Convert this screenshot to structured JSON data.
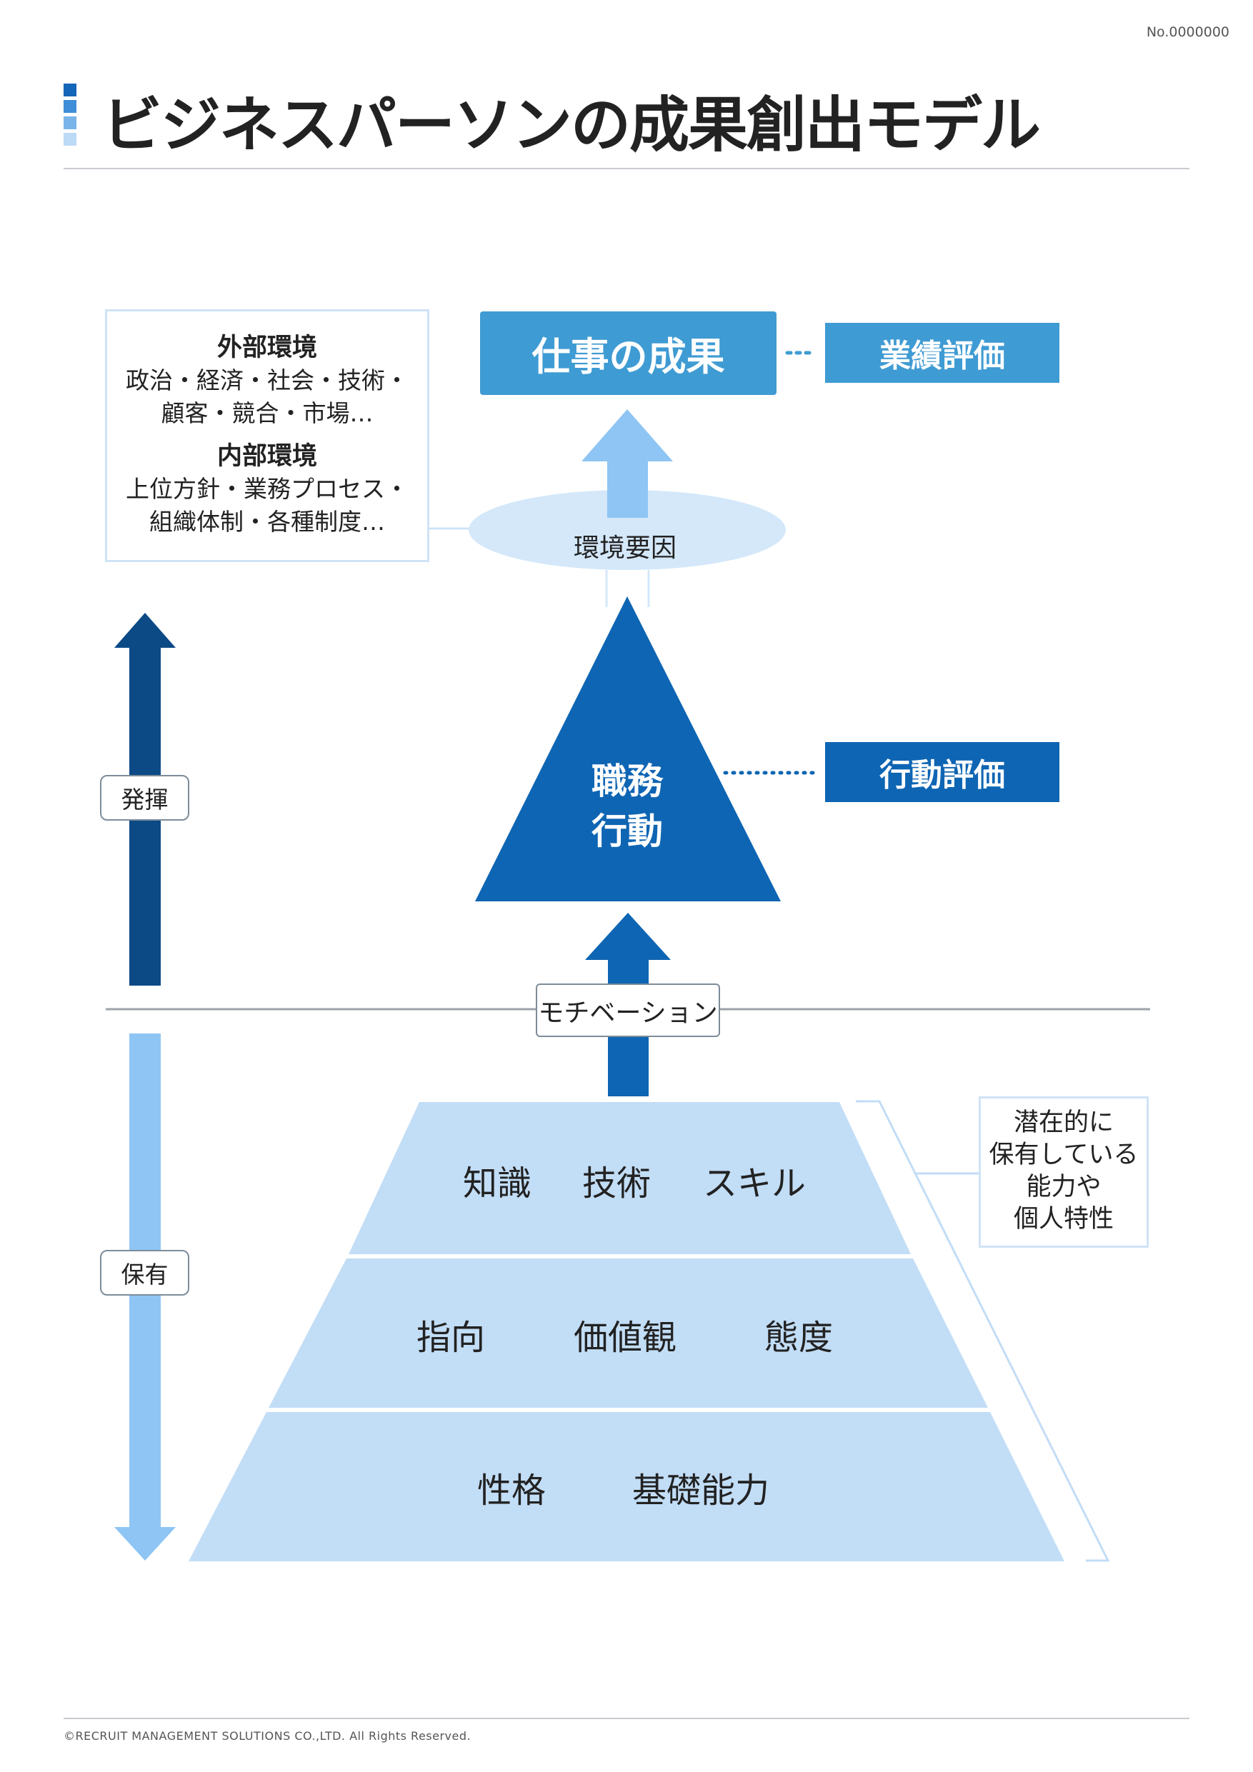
{
  "doc_number": "No.0000000",
  "title": "ビジネスパーソンの成果創出モデル",
  "title_mark_colors": [
    "#1466b8",
    "#3e8ed8",
    "#78b4ea",
    "#bcdaf5"
  ],
  "colors": {
    "result_box": "#3f9bd3",
    "eval_box": "#3f9bd3",
    "action_eval_box": "#0e65b3",
    "triangle": "#0e65b3",
    "dark_arrow": "#0c4a86",
    "light_arrow": "#8ec5f4",
    "pyramid": "#c2ddf6",
    "ellipse": "#d4e8fa"
  },
  "environment": {
    "external_heading": "外部環境",
    "external_line1": "政治・経済・社会・技術・",
    "external_line2": "顧客・競合・市場…",
    "internal_heading": "内部環境",
    "internal_line1": "上位方針・業務プロセス・",
    "internal_line2": "組織体制・各種制度…"
  },
  "result": {
    "label": "仕事の成果",
    "evaluation": "業績評価"
  },
  "environment_factor": "環境要因",
  "job_action": {
    "line1": "職務",
    "line2": "行動",
    "evaluation": "行動評価"
  },
  "motivation": "モチベーション",
  "side_tags": {
    "exercise": "発揮",
    "possess": "保有"
  },
  "pyramid": {
    "tier1": [
      "知識",
      "技術",
      "スキル"
    ],
    "tier2": [
      "指向",
      "価値観",
      "態度"
    ],
    "tier3": [
      "性格",
      "基礎能力"
    ]
  },
  "latent_note": {
    "line1": "潜在的に",
    "line2": "保有している",
    "line3": "能力や",
    "line4": "個人特性"
  },
  "footer": "©RECRUIT MANAGEMENT SOLUTIONS CO.,LTD. All Rights Reserved."
}
